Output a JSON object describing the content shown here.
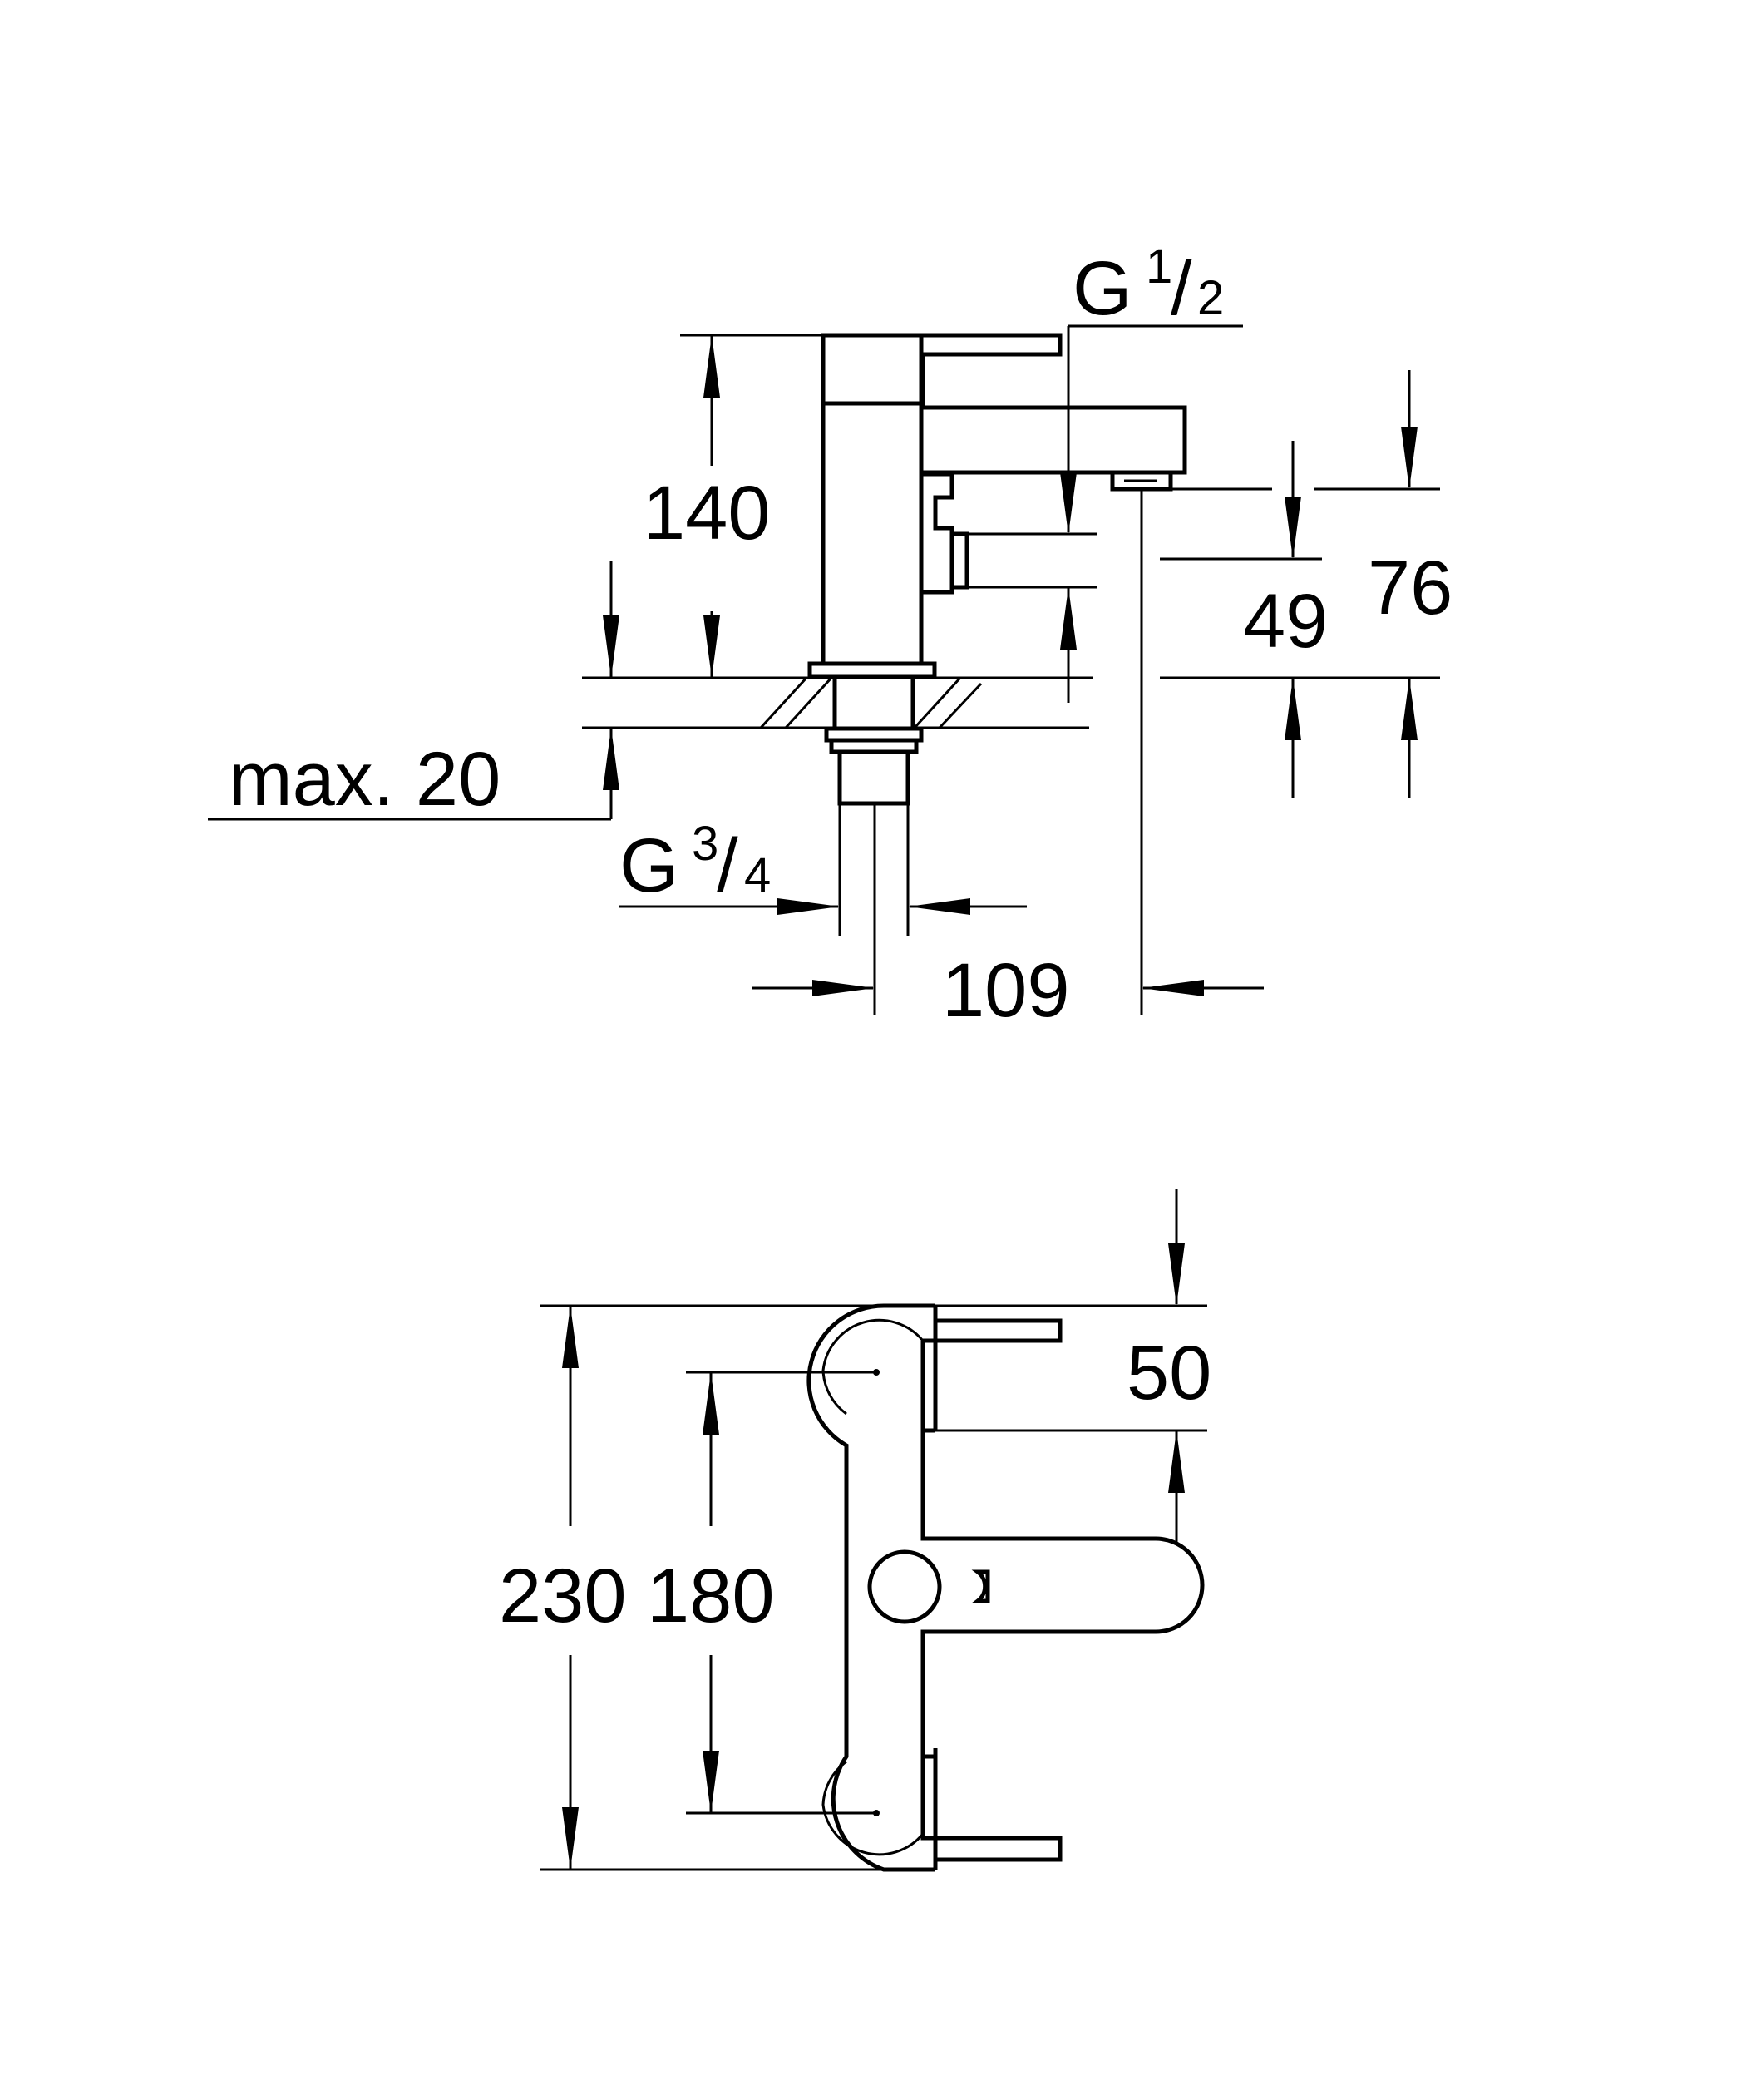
{
  "side_view": {
    "dim_height": "140",
    "dim_outlet": "49",
    "dim_spout": "76",
    "dim_deck_max": "max. 20",
    "dim_projection": "109",
    "connection_outlet": {
      "letter": "G",
      "numerator": "1",
      "slash": "/",
      "denominator": "2"
    },
    "connection_inlet": {
      "letter": "G",
      "numerator": "3",
      "slash": "/",
      "denominator": "4"
    }
  },
  "top_view": {
    "dim_overall": "230",
    "dim_centers": "180",
    "dim_spout_width": "50"
  }
}
